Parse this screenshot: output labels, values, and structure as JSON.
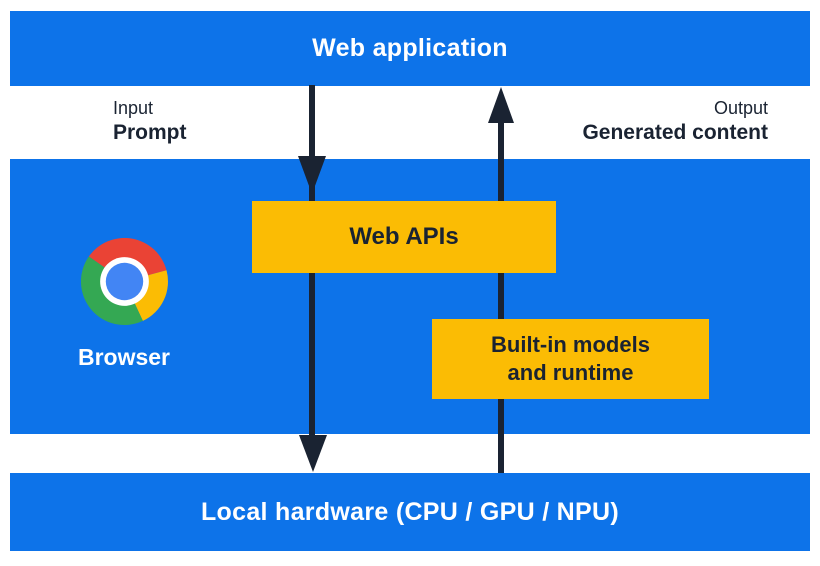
{
  "diagram": {
    "title_bar": {
      "label": "Web application"
    },
    "io": {
      "input_caption": "Input",
      "input_value": "Prompt",
      "output_caption": "Output",
      "output_value": "Generated content"
    },
    "browser_section": {
      "browser_label": "Browser",
      "web_apis_label": "Web APIs",
      "builtin_models_line1": "Built-in models",
      "builtin_models_line2": "and runtime",
      "chrome_icon": "chrome-browser-icon"
    },
    "hardware_bar": {
      "label": "Local hardware (CPU / GPU / NPU)"
    },
    "arrows": {
      "down_arrow": "prompt-flow-down",
      "up_arrow": "generated-content-flow-up"
    },
    "colors": {
      "blue": "#0d73e9",
      "yellow": "#fbbc04",
      "navy": "#1a2332",
      "chrome_red": "#ea4335",
      "chrome_yellow": "#fbbc04",
      "chrome_green": "#34a853",
      "chrome_blue": "#4285f4"
    }
  }
}
